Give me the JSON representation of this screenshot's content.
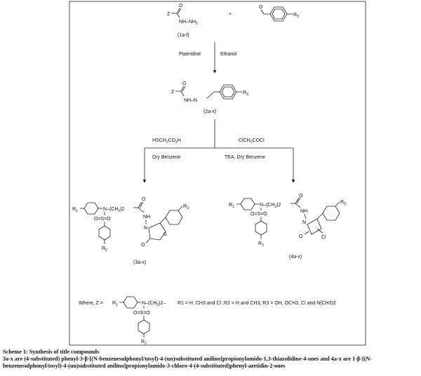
{
  "reagents": {
    "hydrazide_z": "Z",
    "hydrazide_o": "O",
    "hydrazide_nh": "NH–NH",
    "hydrazide_nh_sub": "2",
    "plus": "+",
    "aldehyde_o": "O",
    "aldehyde_r": "R",
    "aldehyde_r_sub": "3",
    "compound_1": "(1a-f)"
  },
  "step1": {
    "left": "Piperidine",
    "right": "Ethanol"
  },
  "intermediate": {
    "z": "Z",
    "o": "O",
    "nhn": "NH–N",
    "r": "R",
    "r_sub": "3",
    "label": "(2a-x)"
  },
  "step2": {
    "left_reagent_1": "HSCH",
    "left_reagent_1_sub": "2",
    "left_reagent_1b": "CO",
    "left_reagent_1b_sub": "2",
    "left_reagent_1c": "H",
    "right_reagent_1": "ClCH",
    "right_reagent_1_sub": "2",
    "right_reagent_1b": "COCl",
    "left_condition": "Dry Benzene",
    "right_condition": "TEA, Dry Benzene"
  },
  "product_3": {
    "r1": "R",
    "r1_sub": "1",
    "n_chain": "N–(CH",
    "n_chain_sub": "2",
    "n_chain_end": ")2",
    "o": "O",
    "nh": "NH",
    "oso": "O=S=O",
    "n": "N",
    "s": "S",
    "o_ring": "O",
    "r2": "R",
    "r2_sub": "2",
    "r3": "R",
    "r3_sub": "3",
    "label": "(3a-x)"
  },
  "product_4": {
    "r1": "R",
    "r1_sub": "1",
    "n_chain": "N–(CH",
    "n_chain_sub": "2",
    "n_chain_end": ")2",
    "o": "O",
    "nh": "NH",
    "oso": "O=S=O",
    "n": "N",
    "cl": "Cl",
    "o_ring": "O",
    "r2": "R",
    "r2_sub": "2",
    "r3": "R",
    "r3_sub": "3",
    "label": "(4a-x)"
  },
  "where": {
    "prefix": "Where, Z =",
    "r1": "R",
    "r1_sub": "1",
    "chain": "N–(CH",
    "chain_sub": "2",
    "chain_end": ")2–",
    "oso": "O=S=O",
    "r2": "R",
    "r2_sub": "2",
    "definition": "R1 = H, CH3 and Cl ;R2 = H and CH3; R3 = OH, OCH3, Cl and N(CH3)2"
  },
  "caption": {
    "title": "Scheme 1: Synthesis of title compounds",
    "body": "3a-x are (4-substituted) phenyl-3-β-[(N-benzenesulphonyl/tosyl)-4-(un)substituted anilino]propionylamido-1,3-thiazolidine-4-ones and 4a-x are 1-β-[(N-benzenesulphonyl/tosyl)-4-(un)substituted anilino]propionylamido-3-chloro-4-(4-substituted)phenyl-azetidin-2-ones"
  }
}
